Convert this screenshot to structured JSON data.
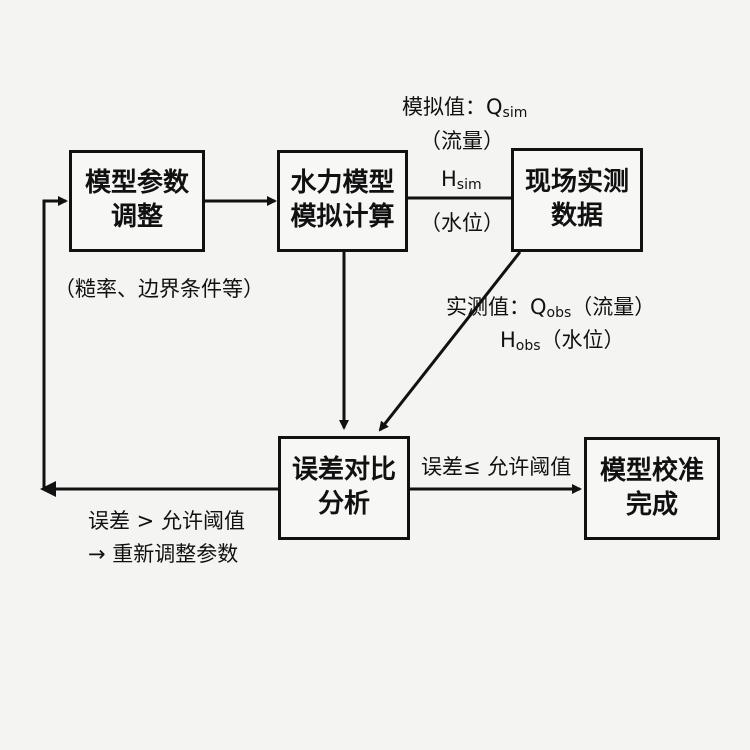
{
  "nodes": {
    "param_adjust": {
      "line1": "模型参数",
      "line2": "调整"
    },
    "hydraulic_model": {
      "line1": "水力模型",
      "line2": "模拟计算"
    },
    "field_measure": {
      "line1": "现场实测",
      "line2": "数据"
    },
    "error_compare": {
      "line1": "误差对比",
      "line2": "分析"
    },
    "calib_done": {
      "line1": "模型校准",
      "line2": "完成"
    }
  },
  "labels": {
    "param_note": "（糙率、边界条件等）",
    "sim_value_prefix": "模拟值：Q",
    "sim_sub": "sim",
    "flow_paren": "（流量）",
    "h_letter": "H",
    "h_sim_sub": "sim",
    "level_paren": "（水位）",
    "obs_prefix": "实测值：Q",
    "obs_sub": "obs",
    "obs_flow": "（流量）",
    "obs_h_letter": "H",
    "obs_h_sub": "obs",
    "obs_level": "（水位）",
    "error_le": "误差≤ 允许阈值",
    "error_gt": "误差 > 允许阈值",
    "readjust": "→ 重新调整参数"
  },
  "colors": {
    "line": "#111111",
    "background": "#f4f4f2"
  }
}
